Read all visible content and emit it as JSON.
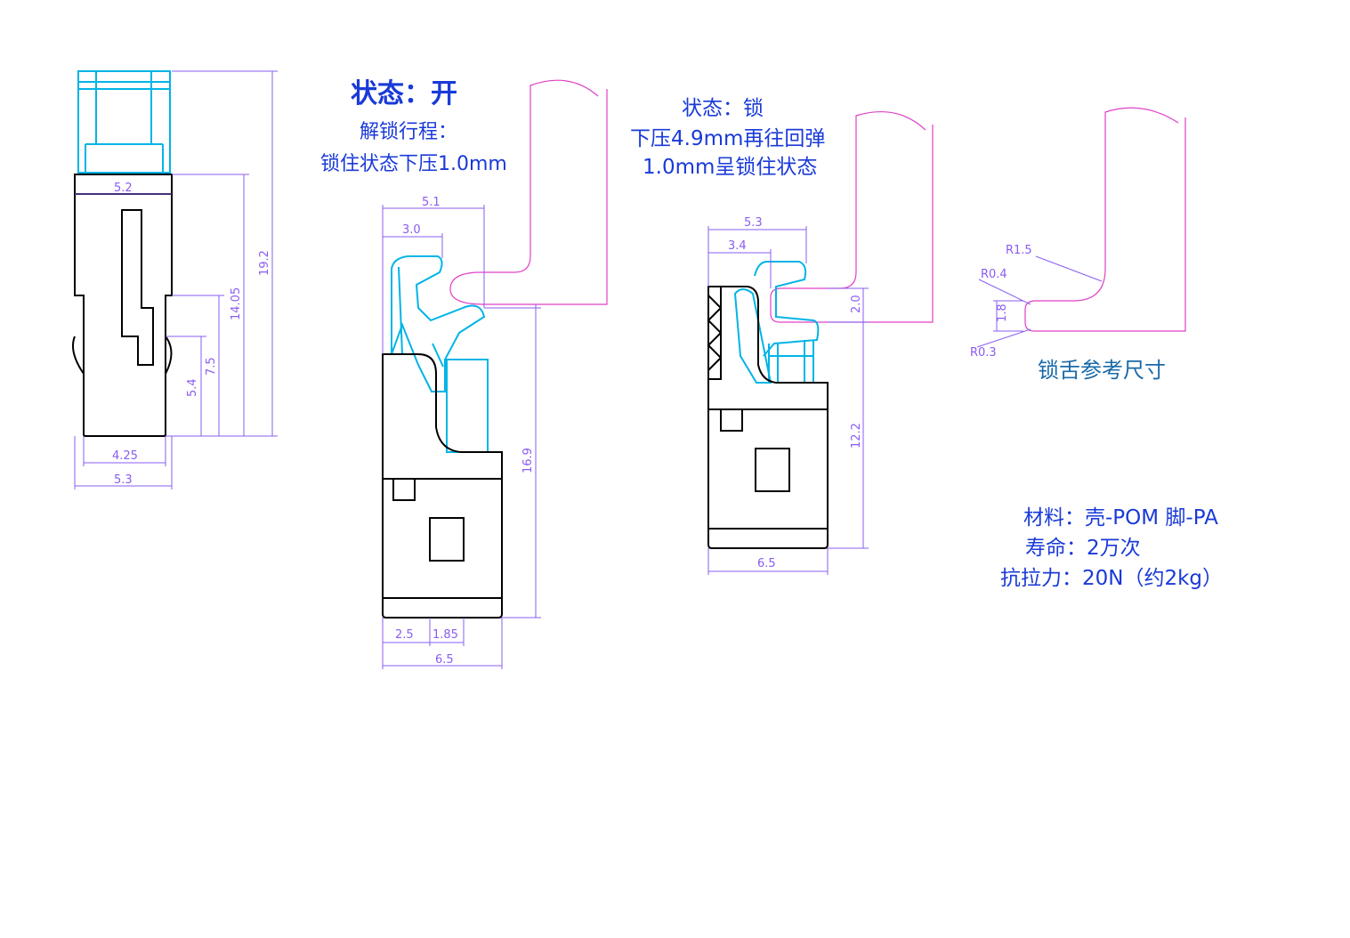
{
  "labels": {
    "state_open_title": "状态：开",
    "unlock_travel_label": "解锁行程：",
    "unlock_travel_desc": "锁住状态下压1.0mm",
    "state_lock_title": "状态：锁",
    "lock_desc_line1": "下压4.9mm再往回弹",
    "lock_desc_line2": "1.0mm呈锁住状态",
    "tongue_ref_title": "锁舌参考尺寸"
  },
  "specs": {
    "material": "材料：壳-POM 脚-PA",
    "life": "寿命：2万次",
    "pull_force": "抗拉力：20N（约2kg）"
  },
  "dimensions": {
    "view1": {
      "top_width": "5.2",
      "bottom_inner_width": "4.25",
      "bottom_outer_width": "5.3",
      "h1": "5.4",
      "h2": "7.5",
      "h3": "14.05",
      "h4": "19.2"
    },
    "view2": {
      "top_w1": "5.1",
      "top_w2": "3.0",
      "height": "16.9",
      "bottom_w1": "2.5",
      "bottom_w2": "1.85",
      "bottom_total": "6.5"
    },
    "view3": {
      "top_w1": "5.3",
      "top_w2": "3.4",
      "gap": "2.0",
      "height": "12.2",
      "bottom_total": "6.5"
    },
    "tongue": {
      "r1": "R1.5",
      "r2": "R0.4",
      "h": "1.8",
      "r3": "R0.3"
    }
  },
  "colors": {
    "outline": "#000000",
    "latch": "#00b4e6",
    "panel": "#e040c8",
    "dimension": "#8a5cf0",
    "text": "#1a3ad8"
  }
}
